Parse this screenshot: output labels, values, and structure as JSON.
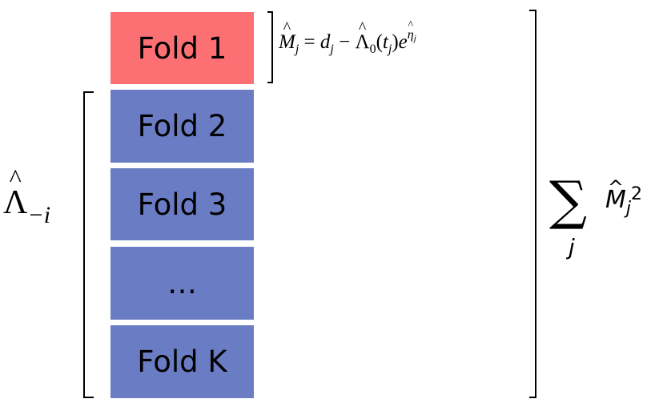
{
  "folds": [
    {
      "label": "Fold 1",
      "color": "#fc7074",
      "role": "held-out"
    },
    {
      "label": "Fold 2",
      "color": "#6a7cc4",
      "role": "training"
    },
    {
      "label": "Fold 3",
      "color": "#6a7cc4",
      "role": "training"
    },
    {
      "label": "…",
      "color": "#6a7cc4",
      "role": "training"
    },
    {
      "label": "Fold K",
      "color": "#6a7cc4",
      "role": "training"
    }
  ],
  "residual_formula": {
    "lhs": "M",
    "lhs_sub": "j",
    "equals": "=",
    "d": "d",
    "d_sub": "j",
    "minus": "−",
    "lambda": "Λ",
    "lambda_sub": "0",
    "arg_open": "(",
    "t": "t",
    "t_sub": "j",
    "arg_close": ")",
    "e": "e",
    "exp": "η",
    "exp_sub": "j"
  },
  "baseline_label": {
    "symbol": "Λ",
    "subscript": "−i"
  },
  "sum_label": {
    "sigma": "∑",
    "index": "j",
    "term": "M",
    "term_sub": "j",
    "term_sup": "2"
  }
}
